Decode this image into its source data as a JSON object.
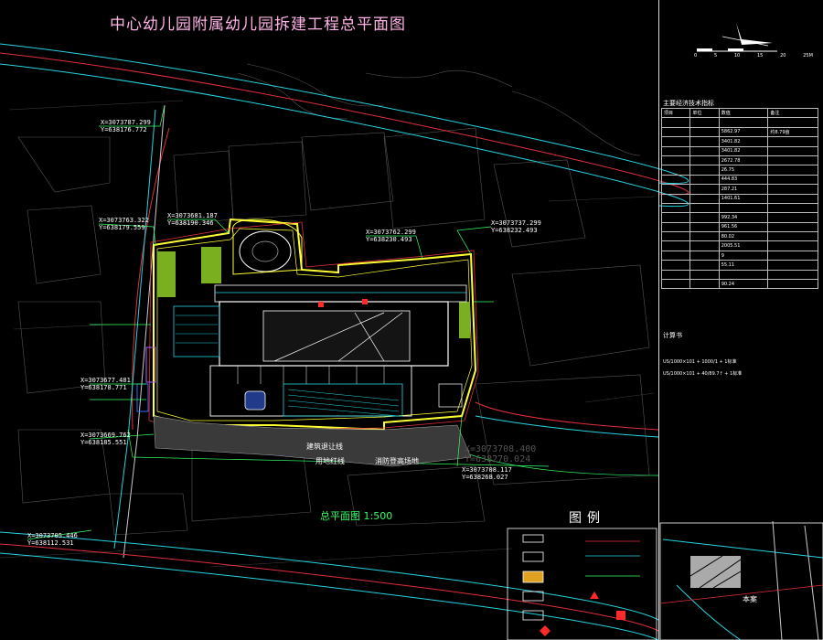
{
  "drawing": {
    "title": "中心幼儿园附属幼儿园拆建工程总平面图",
    "scale_note": "总平面图 1:500",
    "legend_title": "图例",
    "location_label": "本案",
    "north_scale_ticks": [
      "0",
      "5",
      "10",
      "15",
      "20",
      "25M"
    ]
  },
  "colors": {
    "background": "#000000",
    "title": "#ffb3e6",
    "site_boundary": "#ffff33",
    "road_red": "#e0303a",
    "road_cyan": "#26d4e0",
    "green_line": "#33ff66",
    "building": "#ffffff",
    "lawn": "#7ab020"
  },
  "coordinates": [
    {
      "x": "X=3073787.299",
      "y": "Y=638176.772"
    },
    {
      "x": "X=3073763.322",
      "y": "Y=638179.559"
    },
    {
      "x": "X=3073681.187",
      "y": "Y=638190.346"
    },
    {
      "x": "X=3073762.299",
      "y": "Y=638230.493"
    },
    {
      "x": "X=3073737.299",
      "y": "Y=638232.493"
    },
    {
      "x": "X=3073677.481",
      "y": "Y=638178.771"
    },
    {
      "x": "X=3073669.762",
      "y": "Y=638185.551"
    },
    {
      "x": "X=3073705.446",
      "y": "Y=638112.531"
    },
    {
      "x": "X=3073708.117",
      "y": "Y=638268.027"
    }
  ],
  "annotations": {
    "setback_line": "建筑退让线",
    "red_line": "用地红线",
    "fire_lane": "消防登高场地",
    "large_coord_x": "X=3073708.400",
    "large_coord_y": "Y=638270.024"
  },
  "panel": {
    "header": "主要经济技术指标",
    "table_rows": [
      [
        "项目",
        "单位",
        "数值",
        "备注"
      ],
      [
        "",
        "",
        "",
        ""
      ],
      [
        "",
        "",
        "5862.97",
        "约8.79亩"
      ],
      [
        "",
        "",
        "3401.82",
        ""
      ],
      [
        "",
        "",
        "3401.82",
        ""
      ],
      [
        "",
        "",
        "2672.78",
        ""
      ],
      [
        "",
        "",
        "26.75",
        ""
      ],
      [
        "",
        "",
        "444.83",
        ""
      ],
      [
        "",
        "",
        "287.21",
        ""
      ],
      [
        "",
        "",
        "1401.61",
        ""
      ],
      [
        "",
        "",
        "",
        ""
      ],
      [
        "",
        "",
        "992.34",
        ""
      ],
      [
        "",
        "",
        "961.56",
        ""
      ],
      [
        "",
        "",
        "80.02",
        ""
      ],
      [
        "",
        "",
        "2005.51",
        ""
      ],
      [
        "",
        "",
        "9",
        ""
      ],
      [
        "",
        "",
        "55.11",
        ""
      ],
      [
        "",
        "",
        "",
        ""
      ],
      [
        "",
        "",
        "90.24",
        ""
      ]
    ],
    "scale_header": "计算书",
    "notes": [
      "US/1000×101 + 1000/1 + 1标准",
      "US/1000×101 + 40/89.7↑ + 1标准"
    ]
  }
}
